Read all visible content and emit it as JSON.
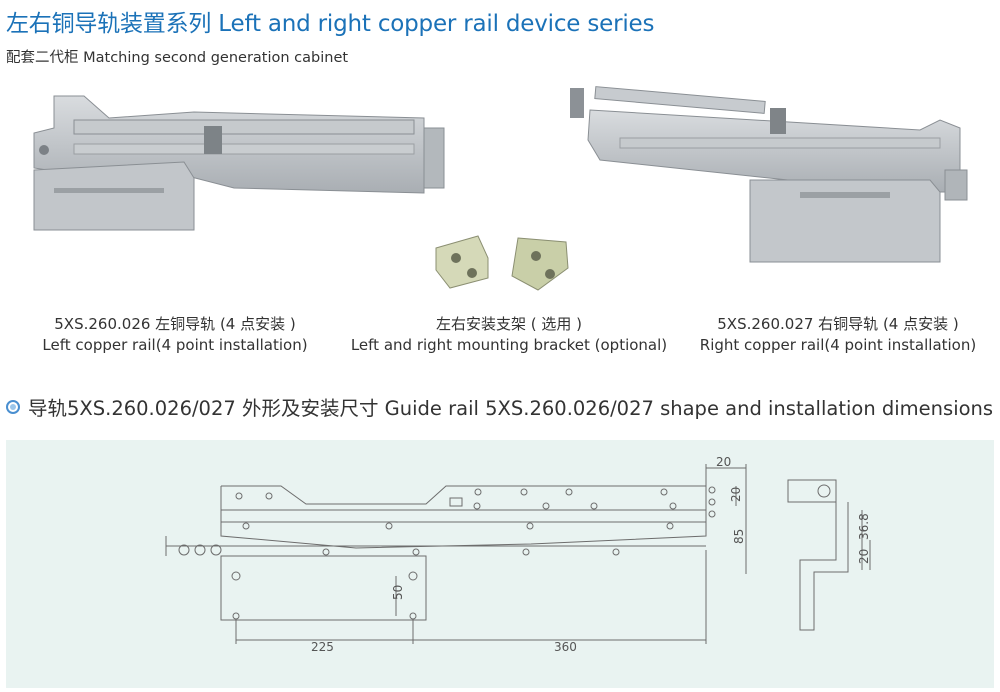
{
  "header": {
    "title": "左右铜导轨装置系列 Left and right copper rail device series",
    "subtitle": "配套二代柜 Matching second generation cabinet"
  },
  "products": [
    {
      "line1": "5XS.260.026     左铜导轨 (4 点安装 )",
      "line2": "Left copper rail(4 point installation)"
    },
    {
      "line1": "左右安装支架 ( 选用 )",
      "line2": "Left and right mounting bracket (optional)"
    },
    {
      "line1": "5XS.260.027     右铜导轨 (4 点安装 )",
      "line2": "Right copper rail(4 point installation)"
    }
  ],
  "section": {
    "heading": "导轨5XS.260.026/027 外形及安装尺寸   Guide rail 5XS.260.026/027 shape and installation dimensions",
    "icon": "ring-bullet-icon"
  },
  "dimensions": {
    "d20_top": "20",
    "d20_right": "20",
    "d85": "85",
    "d50": "50",
    "d225": "225",
    "d360": "360",
    "d36_8": "36.8",
    "d20_side": "20"
  },
  "colors": {
    "title": "#1b72b8",
    "panel": "#e9f3f1",
    "metal": "#b9bec3"
  }
}
